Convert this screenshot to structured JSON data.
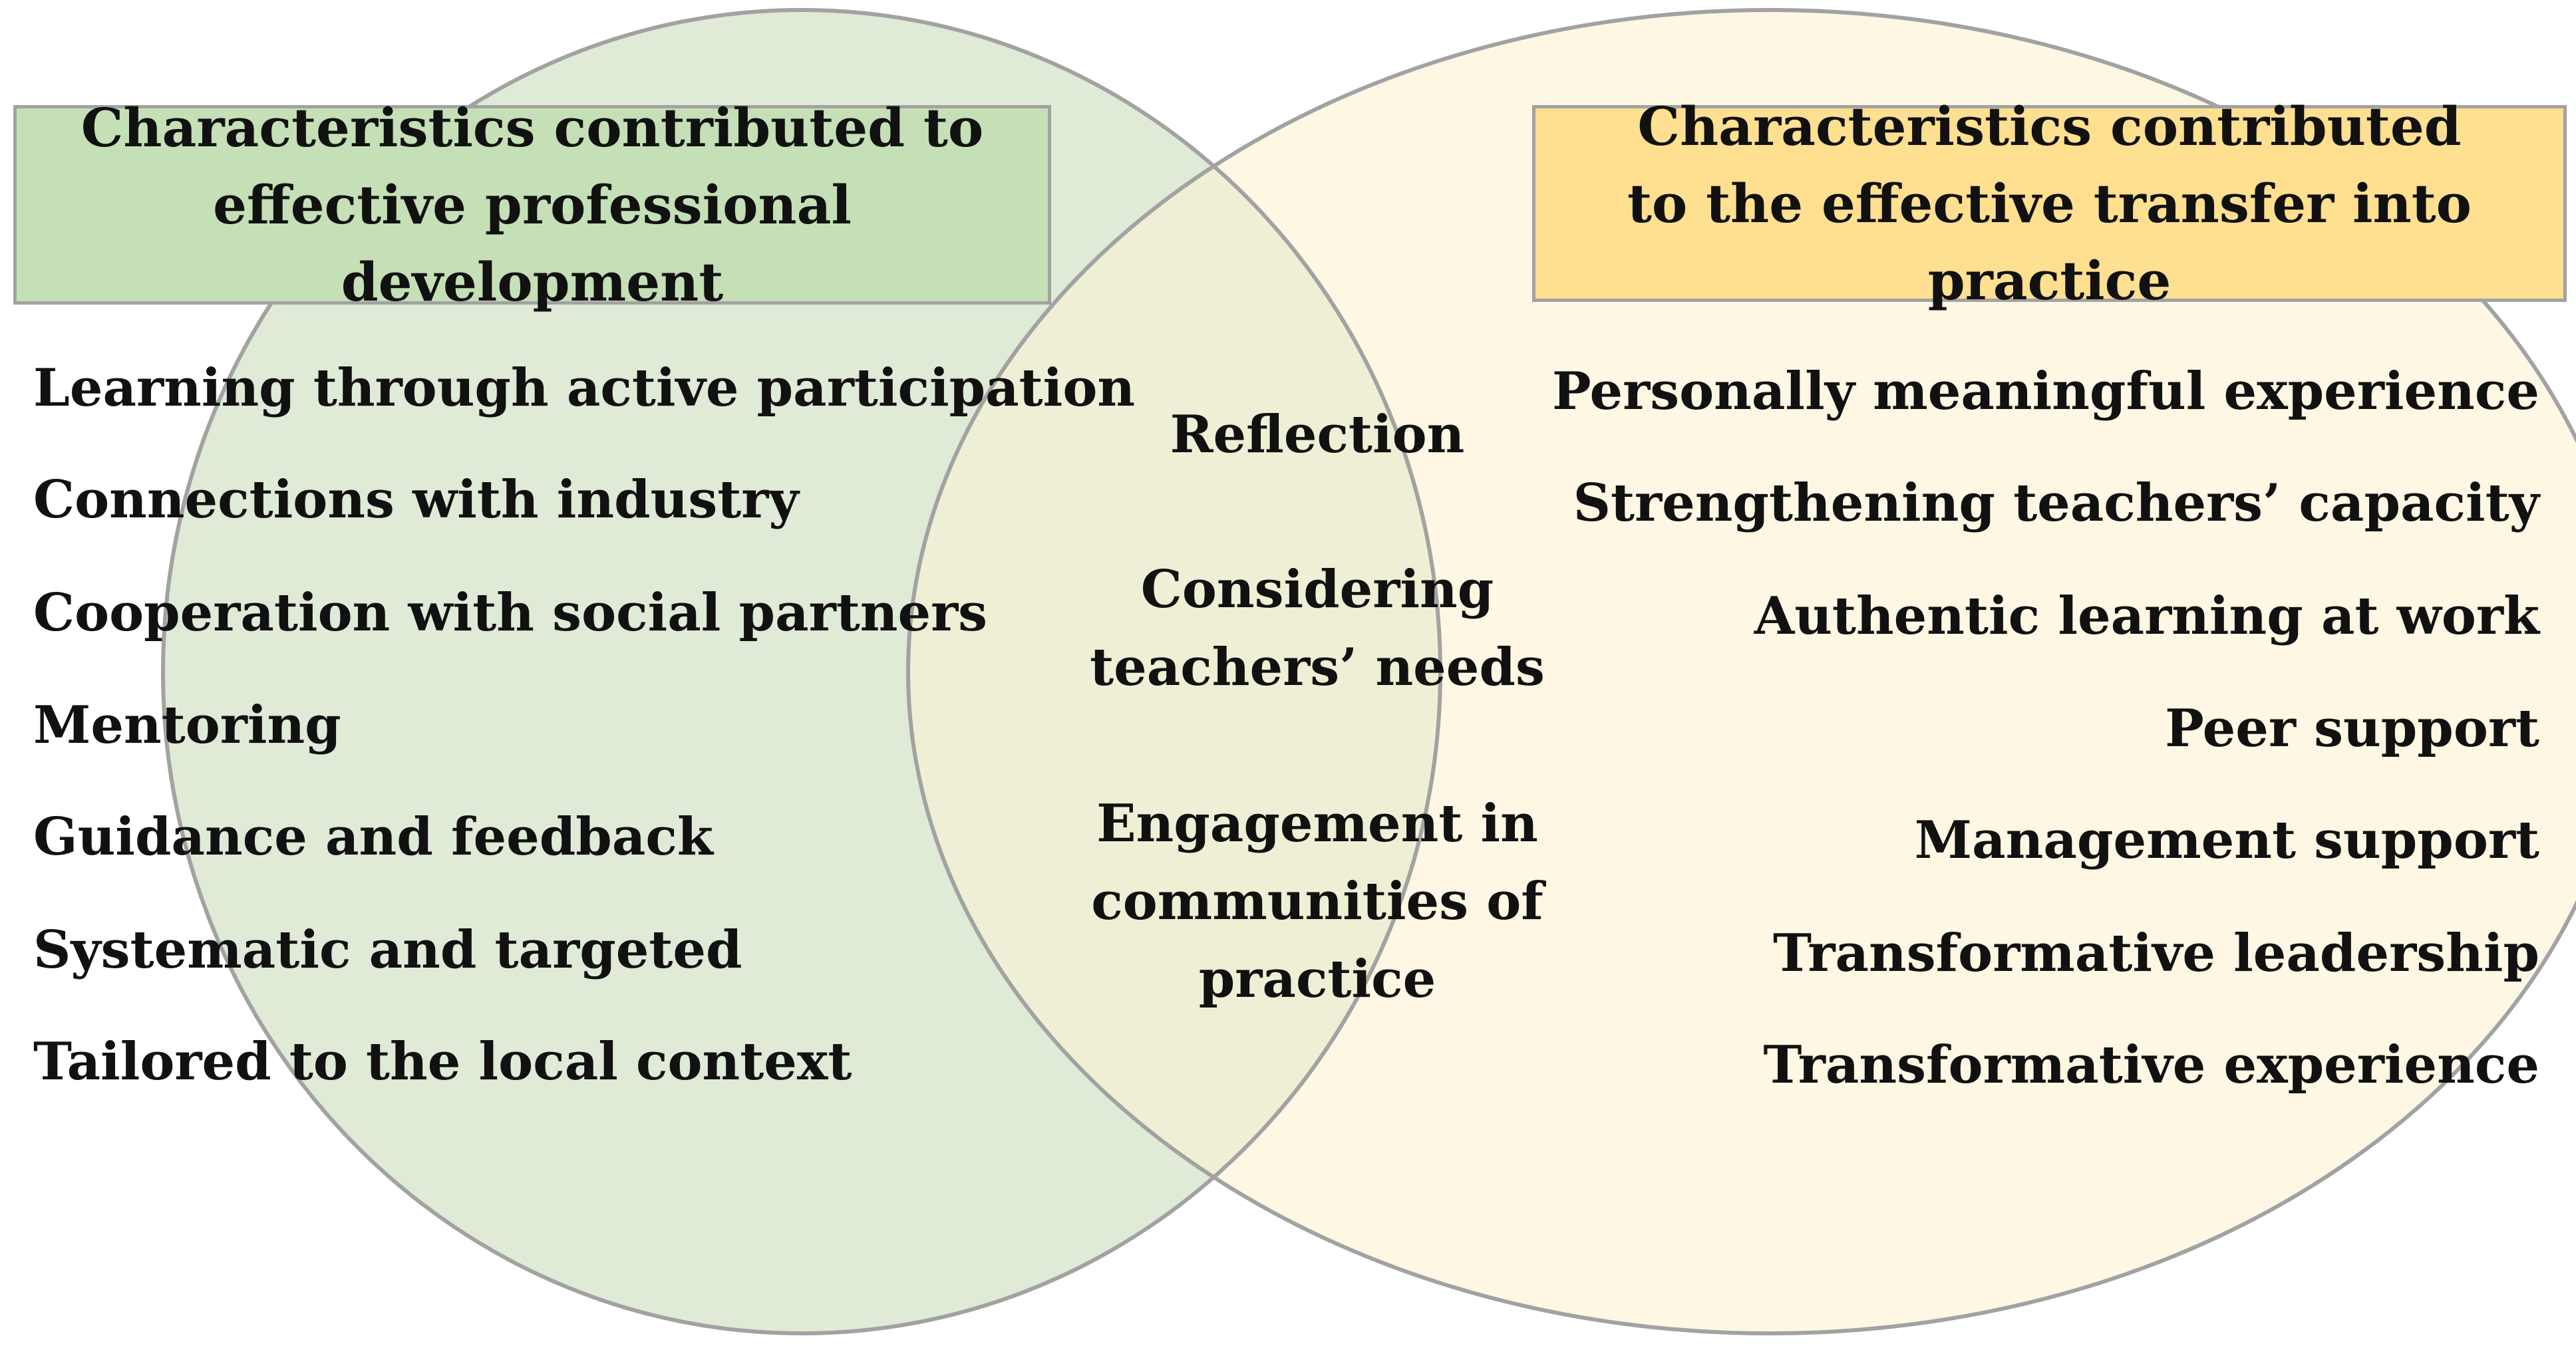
{
  "colors": {
    "left_circle_fill": "#dfead7",
    "right_circle_fill": "#fef7e4",
    "overlap_fill": "#eeefd4",
    "outline": "#a2a2a2",
    "left_box_fill": "#c5dfb6",
    "right_box_fill": "#ffdf90"
  },
  "left": {
    "title": "Characteristics contributed to effective professional development",
    "items": [
      "Learning through active participation",
      "Connections with industry",
      "Cooperation with social partners",
      "Mentoring",
      "Guidance and feedback",
      "Systematic and targeted",
      "Tailored to the local context"
    ]
  },
  "right": {
    "title": "Characteristics contributed to the effective transfer into practice",
    "items": [
      "Personally meaningful experience",
      "Strengthening teachers’ capacity",
      "Authentic learning at work",
      "Peer support",
      "Management support",
      "Transformative leadership",
      "Transformative experience"
    ]
  },
  "overlap": {
    "items": [
      "Reflection",
      "Considering teachers’ needs",
      "Engagement in communities of practice"
    ]
  }
}
